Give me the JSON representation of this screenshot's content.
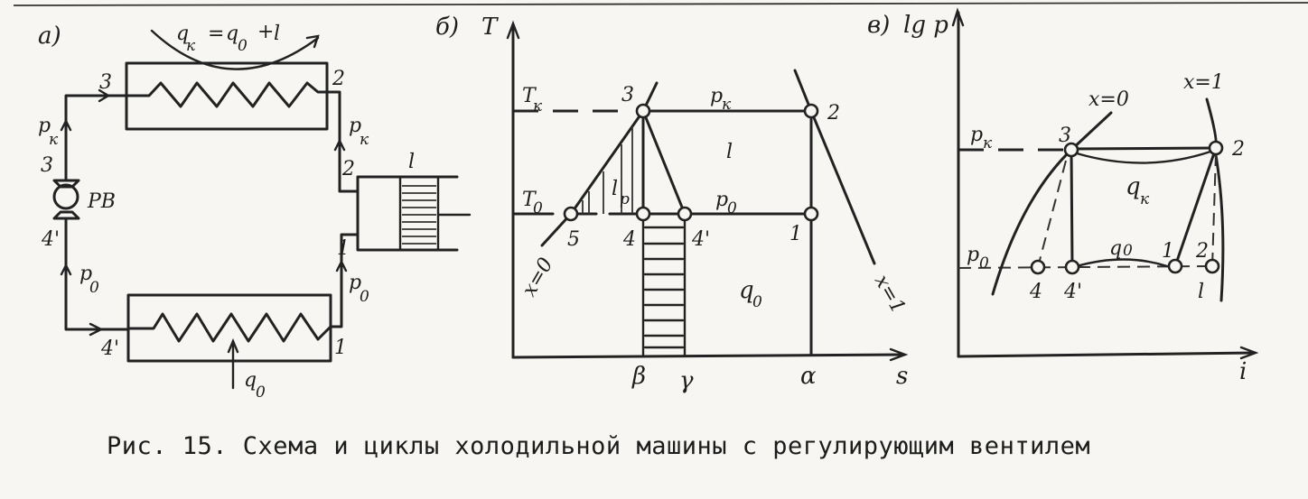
{
  "figure": {
    "caption": "Рис. 15. Схема и циклы холодильной машины с регулирующим вентилем",
    "ink_color": "#222222",
    "paper_color": "#f7f6f2"
  },
  "panel_a": {
    "label": "а)",
    "heat_flow_formula": "qк = q0 + l",
    "formula_parts": {
      "q": "q",
      "k": "к",
      "eq": "=",
      "q0": "q",
      "zero": "0",
      "plus": "+",
      "l": "l"
    },
    "condenser_inlet_point": "2",
    "condenser_outlet_point": "3",
    "line_3_label": "3",
    "line_2_label": "2",
    "pressure_high": {
      "p": "p",
      "sub": "к"
    },
    "pressure_high_right": {
      "p": "p",
      "sub": "к"
    },
    "valve_label": "РВ",
    "valve_outlet_point": "4'",
    "pressure_low": {
      "p": "p",
      "sub": "0"
    },
    "pressure_low_right": {
      "p": "p",
      "sub": "0"
    },
    "evaporator_inlet_point": "4'",
    "evaporator_outlet_point": "1",
    "compressor_inlet_point": "1",
    "compressor_work": "l",
    "evaporator_heat": {
      "q": "q",
      "sub": "0"
    }
  },
  "panel_b": {
    "label": "б)",
    "y_axis": "T",
    "x_axis": "s",
    "isotherm_high": {
      "T": "T",
      "sub": "к"
    },
    "isotherm_low": {
      "T": "T",
      "sub": "0"
    },
    "isobar_high": {
      "p": "p",
      "sub": "к"
    },
    "isobar_low": {
      "p": "p",
      "sub": "0"
    },
    "points": [
      "3",
      "2",
      "5",
      "4",
      "4'",
      "1"
    ],
    "work_area": "l",
    "throttle_loss": {
      "l": "l",
      "sub": "р"
    },
    "refrigeration_area": {
      "q": "q",
      "sub": "0"
    },
    "saturation_liquid": "x=0",
    "saturation_vapor": "x=1",
    "x_ticks": [
      "β",
      "γ",
      "α"
    ]
  },
  "panel_c": {
    "label": "в)",
    "y_axis": "lg p",
    "x_axis": "i",
    "isobar_high": {
      "p": "p",
      "sub": "к"
    },
    "isobar_low": {
      "p": "p",
      "sub": "0"
    },
    "saturation_liquid": "x=0",
    "saturation_vapor": "x=1",
    "points": [
      "3",
      "2",
      "4",
      "4'",
      "1",
      "2"
    ],
    "condenser_heat": {
      "q": "q",
      "sub": "к"
    },
    "evaporator_heat": {
      "q": "q",
      "sub": "0"
    },
    "work_label": "l"
  }
}
